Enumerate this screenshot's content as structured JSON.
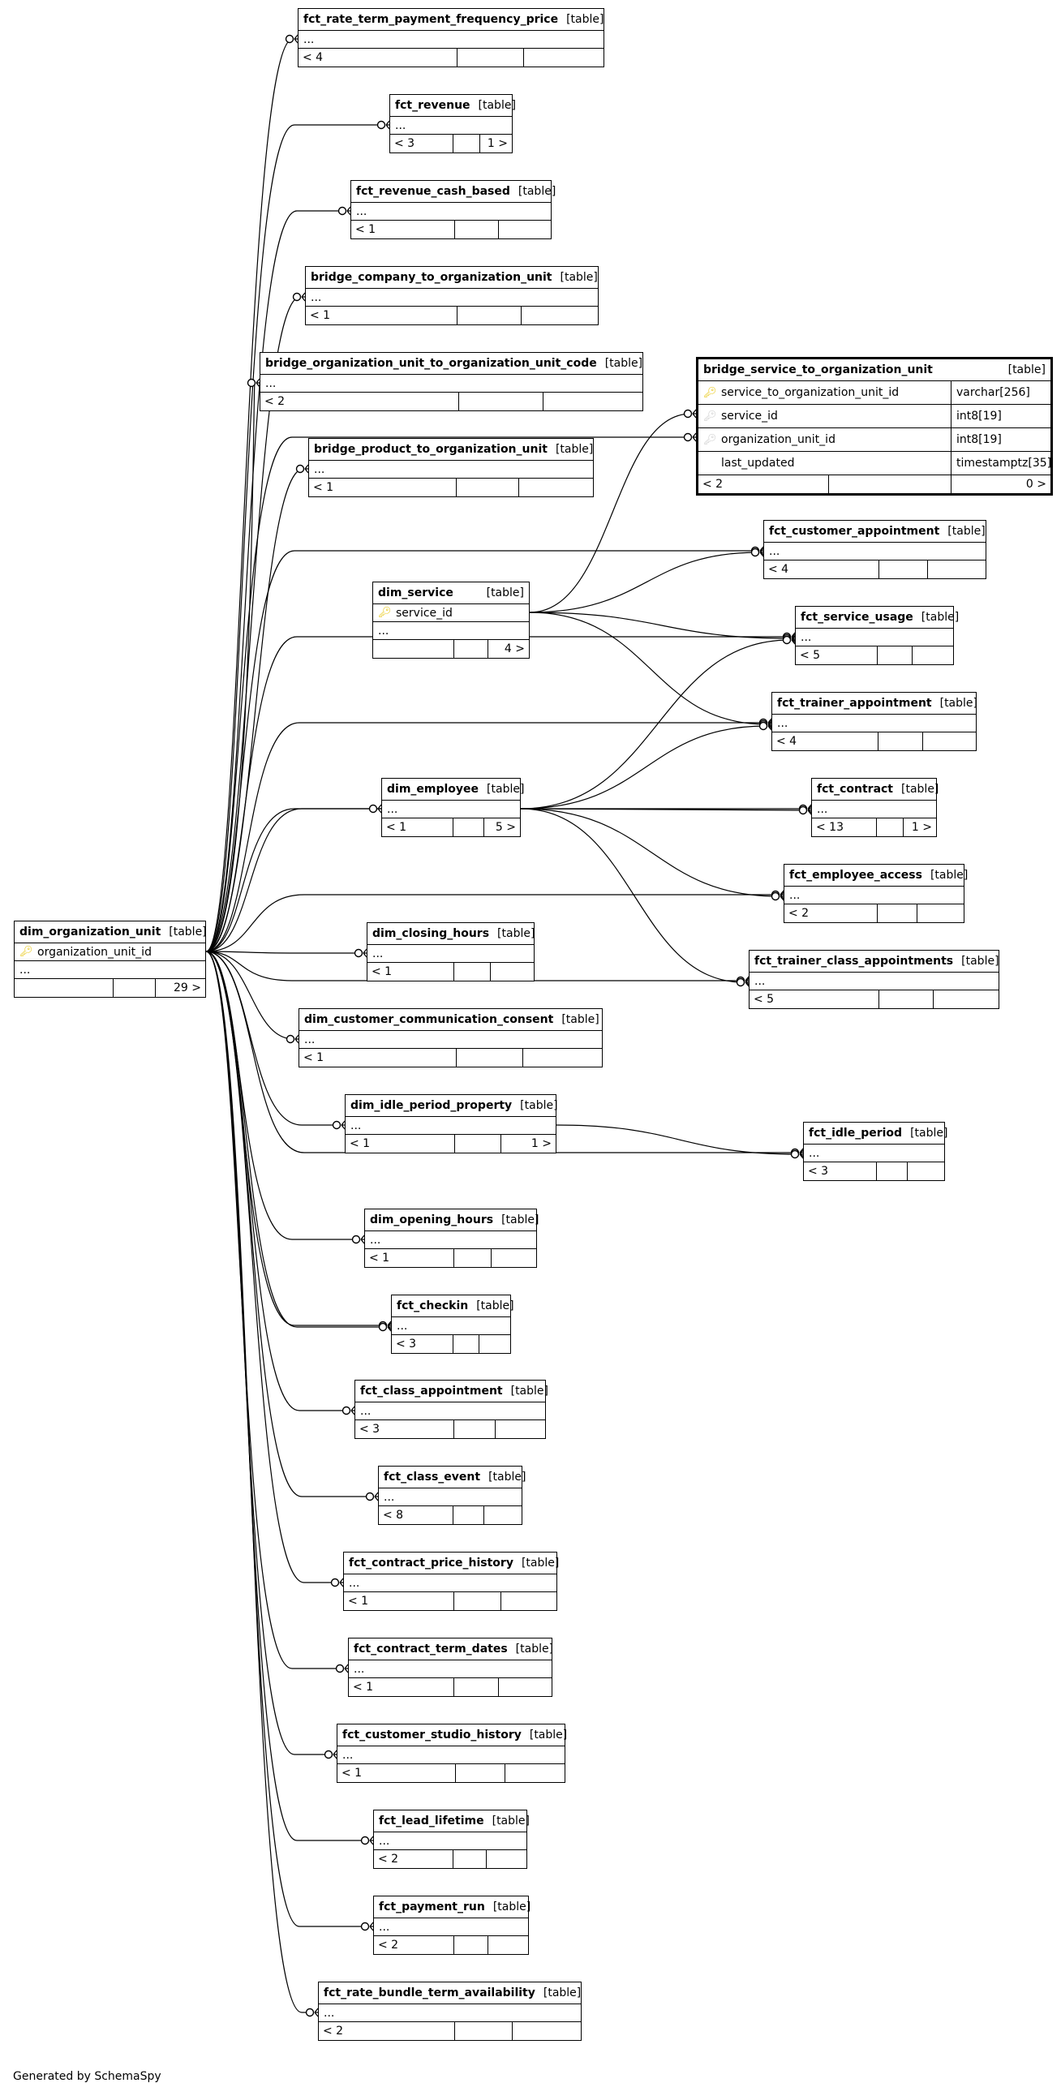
{
  "tables": [
    {
      "id": "fct_rate_term_payment_frequency_price",
      "name": "fct_rate_term_payment_frequency_price",
      "type": "[table]",
      "rows": [
        "..."
      ],
      "stats": [
        "< 4",
        "",
        ""
      ]
    },
    {
      "id": "fct_revenue",
      "name": "fct_revenue",
      "type": "[table]",
      "rows": [
        "..."
      ],
      "stats": [
        "< 3",
        "",
        "1 >"
      ]
    },
    {
      "id": "fct_revenue_cash_based",
      "name": "fct_revenue_cash_based",
      "type": "[table]",
      "rows": [
        "..."
      ],
      "stats": [
        "< 1",
        "",
        ""
      ]
    },
    {
      "id": "bridge_company_to_organization_unit",
      "name": "bridge_company_to_organization_unit",
      "type": "[table]",
      "rows": [
        "..."
      ],
      "stats": [
        "< 1",
        "",
        ""
      ]
    },
    {
      "id": "bridge_organization_unit_to_organization_unit_code",
      "name": "bridge_organization_unit_to_organization_unit_code",
      "type": "[table]",
      "rows": [
        "..."
      ],
      "stats": [
        "< 2",
        "",
        ""
      ]
    },
    {
      "id": "bridge_product_to_organization_unit",
      "name": "bridge_product_to_organization_unit",
      "type": "[table]",
      "rows": [
        "..."
      ],
      "stats": [
        "< 1",
        "",
        ""
      ]
    },
    {
      "id": "fct_customer_appointment",
      "name": "fct_customer_appointment",
      "type": "[table]",
      "rows": [
        "..."
      ],
      "stats": [
        "< 4",
        "",
        ""
      ]
    },
    {
      "id": "dim_service",
      "name": "dim_service",
      "type": "[table]",
      "key_rows": [
        {
          "name": "service_id",
          "key": "pk"
        }
      ],
      "rows": [
        "..."
      ],
      "stats": [
        "",
        "",
        "4 >"
      ]
    },
    {
      "id": "fct_service_usage",
      "name": "fct_service_usage",
      "type": "[table]",
      "rows": [
        "..."
      ],
      "stats": [
        "< 5",
        "",
        ""
      ]
    },
    {
      "id": "fct_trainer_appointment",
      "name": "fct_trainer_appointment",
      "type": "[table]",
      "rows": [
        "..."
      ],
      "stats": [
        "< 4",
        "",
        ""
      ]
    },
    {
      "id": "dim_employee",
      "name": "dim_employee",
      "type": "[table]",
      "rows": [
        "..."
      ],
      "stats": [
        "< 1",
        "",
        "5 >"
      ]
    },
    {
      "id": "fct_contract",
      "name": "fct_contract",
      "type": "[table]",
      "rows": [
        "..."
      ],
      "stats": [
        "< 13",
        "",
        "1 >"
      ]
    },
    {
      "id": "fct_employee_access",
      "name": "fct_employee_access",
      "type": "[table]",
      "rows": [
        "..."
      ],
      "stats": [
        "< 2",
        "",
        ""
      ]
    },
    {
      "id": "dim_organization_unit",
      "name": "dim_organization_unit",
      "type": "[table]",
      "key_rows": [
        {
          "name": "organization_unit_id",
          "key": "pk"
        }
      ],
      "rows": [
        "..."
      ],
      "stats": [
        "",
        "",
        "29 >"
      ]
    },
    {
      "id": "dim_closing_hours",
      "name": "dim_closing_hours",
      "type": "[table]",
      "rows": [
        "..."
      ],
      "stats": [
        "< 1",
        "",
        ""
      ]
    },
    {
      "id": "fct_trainer_class_appointments",
      "name": "fct_trainer_class_appointments",
      "type": "[table]",
      "rows": [
        "..."
      ],
      "stats": [
        "< 5",
        "",
        ""
      ]
    },
    {
      "id": "dim_customer_communication_consent",
      "name": "dim_customer_communication_consent",
      "type": "[table]",
      "rows": [
        "..."
      ],
      "stats": [
        "< 1",
        "",
        ""
      ]
    },
    {
      "id": "dim_idle_period_property",
      "name": "dim_idle_period_property",
      "type": "[table]",
      "rows": [
        "..."
      ],
      "stats": [
        "< 1",
        "",
        "1 >"
      ]
    },
    {
      "id": "fct_idle_period",
      "name": "fct_idle_period",
      "type": "[table]",
      "rows": [
        "..."
      ],
      "stats": [
        "< 3",
        "",
        ""
      ]
    },
    {
      "id": "dim_opening_hours",
      "name": "dim_opening_hours",
      "type": "[table]",
      "rows": [
        "..."
      ],
      "stats": [
        "< 1",
        "",
        ""
      ]
    },
    {
      "id": "fct_checkin",
      "name": "fct_checkin",
      "type": "[table]",
      "rows": [
        "..."
      ],
      "stats": [
        "< 3",
        "",
        ""
      ]
    },
    {
      "id": "fct_class_appointment",
      "name": "fct_class_appointment",
      "type": "[table]",
      "rows": [
        "..."
      ],
      "stats": [
        "< 3",
        "",
        ""
      ]
    },
    {
      "id": "fct_class_event",
      "name": "fct_class_event",
      "type": "[table]",
      "rows": [
        "..."
      ],
      "stats": [
        "< 8",
        "",
        ""
      ]
    },
    {
      "id": "fct_contract_price_history",
      "name": "fct_contract_price_history",
      "type": "[table]",
      "rows": [
        "..."
      ],
      "stats": [
        "< 1",
        "",
        ""
      ]
    },
    {
      "id": "fct_contract_term_dates",
      "name": "fct_contract_term_dates",
      "type": "[table]",
      "rows": [
        "..."
      ],
      "stats": [
        "< 1",
        "",
        ""
      ]
    },
    {
      "id": "fct_customer_studio_history",
      "name": "fct_customer_studio_history",
      "type": "[table]",
      "rows": [
        "..."
      ],
      "stats": [
        "< 1",
        "",
        ""
      ]
    },
    {
      "id": "fct_lead_lifetime",
      "name": "fct_lead_lifetime",
      "type": "[table]",
      "rows": [
        "..."
      ],
      "stats": [
        "< 2",
        "",
        ""
      ]
    },
    {
      "id": "fct_payment_run",
      "name": "fct_payment_run",
      "type": "[table]",
      "rows": [
        "..."
      ],
      "stats": [
        "< 2",
        "",
        ""
      ]
    },
    {
      "id": "fct_rate_bundle_term_availability",
      "name": "fct_rate_bundle_term_availability",
      "type": "[table]",
      "rows": [
        "..."
      ],
      "stats": [
        "< 2",
        "",
        ""
      ]
    }
  ],
  "focus_table": {
    "name": "bridge_service_to_organization_unit",
    "type": "[table]",
    "columns": [
      {
        "name": "service_to_organization_unit_id",
        "type": "varchar[256]",
        "key": "pk"
      },
      {
        "name": "service_id",
        "type": "int8[19]",
        "key": "fk"
      },
      {
        "name": "organization_unit_id",
        "type": "int8[19]",
        "key": "fk"
      },
      {
        "name": "last_updated",
        "type": "timestamptz[35]",
        "key": ""
      }
    ],
    "stats": [
      "< 2",
      "",
      "0 >"
    ]
  },
  "relationships": [
    {
      "from": "dim_organization_unit",
      "to": "fct_rate_term_payment_frequency_price"
    },
    {
      "from": "dim_organization_unit",
      "to": "fct_revenue"
    },
    {
      "from": "dim_organization_unit",
      "to": "fct_revenue_cash_based"
    },
    {
      "from": "dim_organization_unit",
      "to": "bridge_company_to_organization_unit"
    },
    {
      "from": "dim_organization_unit",
      "to": "bridge_organization_unit_to_organization_unit_code"
    },
    {
      "from": "dim_organization_unit",
      "to": "bridge_product_to_organization_unit"
    },
    {
      "from": "dim_organization_unit",
      "to": "bridge_service_to_organization_unit"
    },
    {
      "from": "dim_organization_unit",
      "to": "fct_customer_appointment"
    },
    {
      "from": "dim_organization_unit",
      "to": "fct_service_usage"
    },
    {
      "from": "dim_organization_unit",
      "to": "fct_trainer_appointment"
    },
    {
      "from": "dim_organization_unit",
      "to": "fct_contract"
    },
    {
      "from": "dim_organization_unit",
      "to": "fct_employee_access"
    },
    {
      "from": "dim_organization_unit",
      "to": "fct_trainer_class_appointments"
    },
    {
      "from": "dim_organization_unit",
      "to": "dim_employee"
    },
    {
      "from": "dim_organization_unit",
      "to": "dim_closing_hours"
    },
    {
      "from": "dim_organization_unit",
      "to": "dim_customer_communication_consent"
    },
    {
      "from": "dim_organization_unit",
      "to": "dim_idle_period_property"
    },
    {
      "from": "dim_organization_unit",
      "to": "fct_idle_period"
    },
    {
      "from": "dim_organization_unit",
      "to": "dim_opening_hours"
    },
    {
      "from": "dim_organization_unit",
      "to": "fct_checkin"
    },
    {
      "from": "dim_organization_unit",
      "to": "fct_checkin"
    },
    {
      "from": "dim_organization_unit",
      "to": "fct_class_appointment"
    },
    {
      "from": "dim_organization_unit",
      "to": "fct_class_event"
    },
    {
      "from": "dim_organization_unit",
      "to": "fct_contract_price_history"
    },
    {
      "from": "dim_organization_unit",
      "to": "fct_contract_term_dates"
    },
    {
      "from": "dim_organization_unit",
      "to": "fct_customer_studio_history"
    },
    {
      "from": "dim_organization_unit",
      "to": "fct_lead_lifetime"
    },
    {
      "from": "dim_organization_unit",
      "to": "fct_payment_run"
    },
    {
      "from": "dim_organization_unit",
      "to": "fct_rate_bundle_term_availability"
    },
    {
      "from": "dim_service",
      "to": "bridge_service_to_organization_unit"
    },
    {
      "from": "dim_service",
      "to": "fct_customer_appointment"
    },
    {
      "from": "dim_service",
      "to": "fct_service_usage"
    },
    {
      "from": "dim_service",
      "to": "fct_trainer_appointment"
    },
    {
      "from": "dim_employee",
      "to": "fct_service_usage"
    },
    {
      "from": "dim_employee",
      "to": "fct_trainer_appointment"
    },
    {
      "from": "dim_employee",
      "to": "fct_contract"
    },
    {
      "from": "dim_employee",
      "to": "fct_employee_access"
    },
    {
      "from": "dim_employee",
      "to": "fct_trainer_class_appointments"
    },
    {
      "from": "dim_idle_period_property",
      "to": "fct_idle_period"
    }
  ],
  "colors": {
    "line": "#000000",
    "pk_key": "#e6c200",
    "fk_key": "#c9c9c9",
    "background": "#ffffff"
  },
  "footer": "Generated by SchemaSpy"
}
